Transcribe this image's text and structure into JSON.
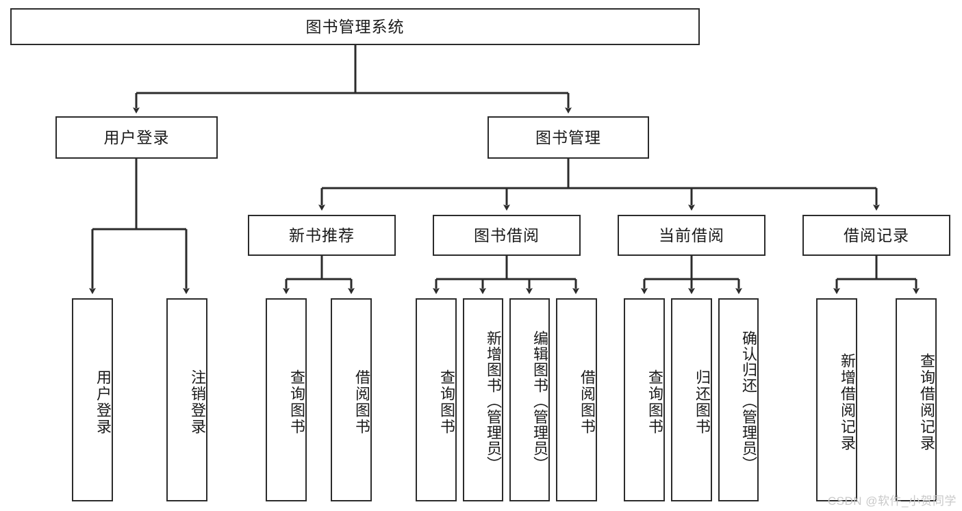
{
  "diagram": {
    "title": "图书管理系统",
    "type": "hierarchy-tree",
    "watermark": "CSDN @软件_小贺同学",
    "colors": {
      "box_border": "#2b2b2b",
      "box_fill": "#ffffff",
      "edge": "#2b2b2b",
      "text": "#1a1a1a",
      "watermark": "#c9c9c9",
      "background": "#ffffff"
    },
    "nodes": {
      "root": {
        "label": "图书管理系统"
      },
      "level2": [
        {
          "label": "用户登录"
        },
        {
          "label": "图书管理"
        }
      ],
      "level3": [
        {
          "label": "新书推荐"
        },
        {
          "label": "图书借阅"
        },
        {
          "label": "当前借阅"
        },
        {
          "label": "借阅记录"
        }
      ],
      "leaves": [
        {
          "label": "用户登录"
        },
        {
          "label": "注销登录"
        },
        {
          "label": "查询图书"
        },
        {
          "label": "借阅图书"
        },
        {
          "label": "查询图书"
        },
        {
          "label": "新增图书（管理员）"
        },
        {
          "label": "编辑图书（管理员）"
        },
        {
          "label": "借阅图书"
        },
        {
          "label": "查询图书"
        },
        {
          "label": "归还图书"
        },
        {
          "label": "确认归还（管理员）"
        },
        {
          "label": "新增借阅记录"
        },
        {
          "label": "查询借阅记录"
        }
      ]
    }
  }
}
